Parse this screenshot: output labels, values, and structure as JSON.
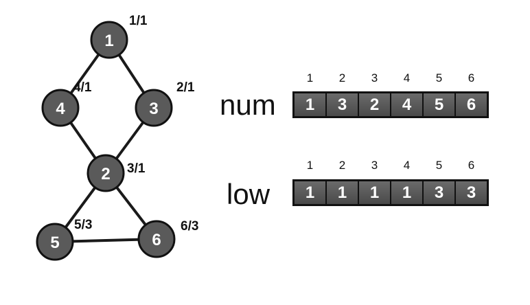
{
  "graph": {
    "nodes": [
      {
        "id": "1",
        "label": "1",
        "annotation": "1/1"
      },
      {
        "id": "4",
        "label": "4",
        "annotation": "4/1"
      },
      {
        "id": "3",
        "label": "3",
        "annotation": "2/1"
      },
      {
        "id": "2",
        "label": "2",
        "annotation": "3/1"
      },
      {
        "id": "5",
        "label": "5",
        "annotation": "5/3"
      },
      {
        "id": "6",
        "label": "6",
        "annotation": "6/3"
      }
    ],
    "edges": [
      [
        "1",
        "4"
      ],
      [
        "1",
        "3"
      ],
      [
        "4",
        "2"
      ],
      [
        "3",
        "2"
      ],
      [
        "2",
        "5"
      ],
      [
        "2",
        "6"
      ],
      [
        "5",
        "6"
      ]
    ],
    "colors": {
      "node_fill": "#5a5a5a",
      "node_stroke": "#111111",
      "edge": "#1a1a1a"
    }
  },
  "arrays": {
    "num": {
      "label": "num",
      "indices": [
        "1",
        "2",
        "3",
        "4",
        "5",
        "6"
      ],
      "values": [
        "1",
        "3",
        "2",
        "4",
        "5",
        "6"
      ]
    },
    "low": {
      "label": "low",
      "indices": [
        "1",
        "2",
        "3",
        "4",
        "5",
        "6"
      ],
      "values": [
        "1",
        "1",
        "1",
        "1",
        "3",
        "3"
      ]
    }
  }
}
